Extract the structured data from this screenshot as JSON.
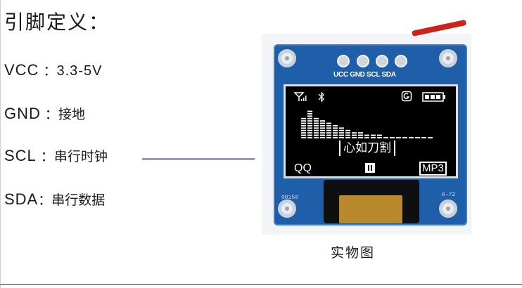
{
  "title": "引脚定义：",
  "pins": [
    {
      "name": "VCC",
      "sep": " ：",
      "desc": "3.3-5V"
    },
    {
      "name": "GND",
      "sep": " ：",
      "desc": "接地"
    },
    {
      "name": "SCL",
      "sep": " ：",
      "desc": "串行时钟"
    },
    {
      "name": "SDA",
      "sep": "：",
      "desc": "串行数据"
    }
  ],
  "caption": "实物图",
  "module": {
    "pin_labels": "UCC GND SCL SDA",
    "screen": {
      "song": "心如刀割",
      "left_label": "QQ",
      "right_label": "MP3",
      "bluetooth_icon": "bluetooth-icon",
      "signal_icon": "signal-icon",
      "battery_icon": "battery-icon",
      "pause_icon": "pause-icon",
      "eq_levels": [
        9,
        12,
        9,
        8,
        7,
        6,
        5,
        4,
        3,
        3,
        2,
        2,
        2,
        1,
        1,
        1,
        1,
        1,
        1,
        1,
        1
      ]
    },
    "silk_left": "00150",
    "silk_right": "6-72"
  },
  "colors": {
    "board": "#1f5ea8",
    "connector_line": "#9b96c2",
    "wire": "#c9231b"
  }
}
